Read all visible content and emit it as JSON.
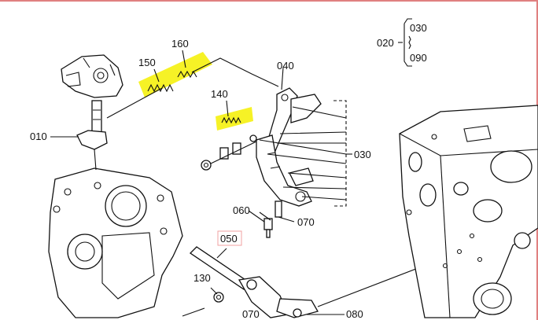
{
  "parts": {
    "p010": "010",
    "p020": "020",
    "p030_top": "030",
    "p090": "090",
    "p030": "030",
    "p040": "040",
    "p050": "050",
    "p060": "060",
    "p070_a": "070",
    "p070_b": "070",
    "p080": "080",
    "p130": "130",
    "p140": "140",
    "p150": "150",
    "p160": "160"
  },
  "colors": {
    "highlight": "#f4f000",
    "frame": "#e08080",
    "label_box": "#f2a0a0",
    "ink": "#111111"
  }
}
